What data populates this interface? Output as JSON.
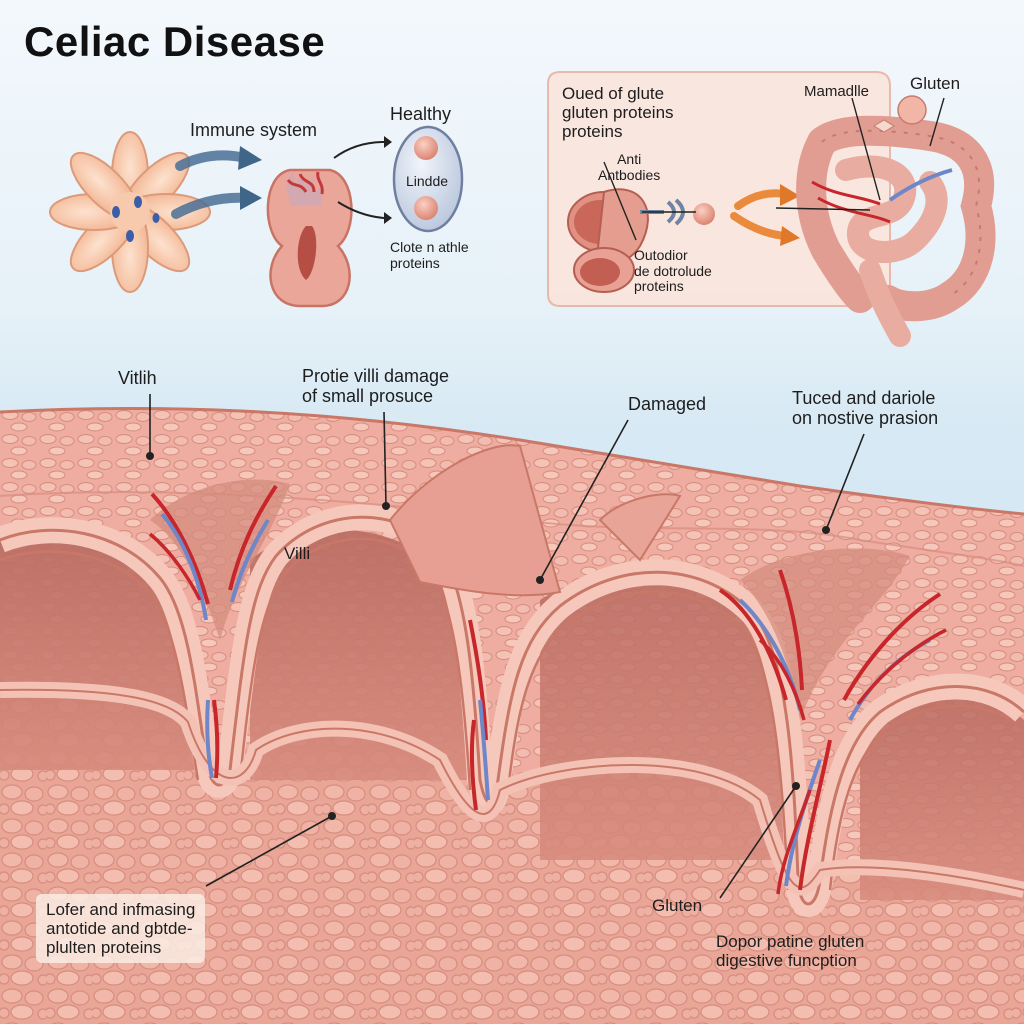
{
  "title": "Celiac Disease",
  "top_left": {
    "immune_system": "Immune system",
    "healthy": "Healthy",
    "pill_text": "Lindde",
    "clote_line1": "Clote n athle",
    "clote_line2": "proteins"
  },
  "inset": {
    "heading_line1": "Oued of glute",
    "heading_line2": "gluten proteins",
    "heading_line3": "proteins",
    "antibodies_line1": "Anti",
    "antibodies_line2": "Antbodies",
    "outodior_line1": "Outodior",
    "outodior_line2": "de dotrolude",
    "outodior_line3": "proteins",
    "mamadle": "Mamadlle",
    "gluten": "Gluten"
  },
  "cross_section": {
    "vitlih": "Vitlih",
    "protie_line1": "Protie villi damage",
    "protie_line2": "of small prosuce",
    "damaged": "Damaged",
    "tuced_line1": "Tuced and dariole",
    "tuced_line2": "on nostive prasion",
    "villi": "Villi",
    "lofer_line1": "Lofer and infmasing",
    "lofer_line2": "antotide and gbtde-",
    "lofer_line3": "plulten proteins",
    "gluten_bottom": "Gluten",
    "dopor_line1": "Dopor patine gluten",
    "dopor_line2": "digestive funcption"
  },
  "colors": {
    "tissue": "#e9a79a",
    "tissue_dark": "#c9776a",
    "tissue_light": "#f4c3b6",
    "artery": "#c7262a",
    "vein": "#6f86c8",
    "arrow_blue": "#4a6f95",
    "arrow_orange": "#e98a3c"
  }
}
